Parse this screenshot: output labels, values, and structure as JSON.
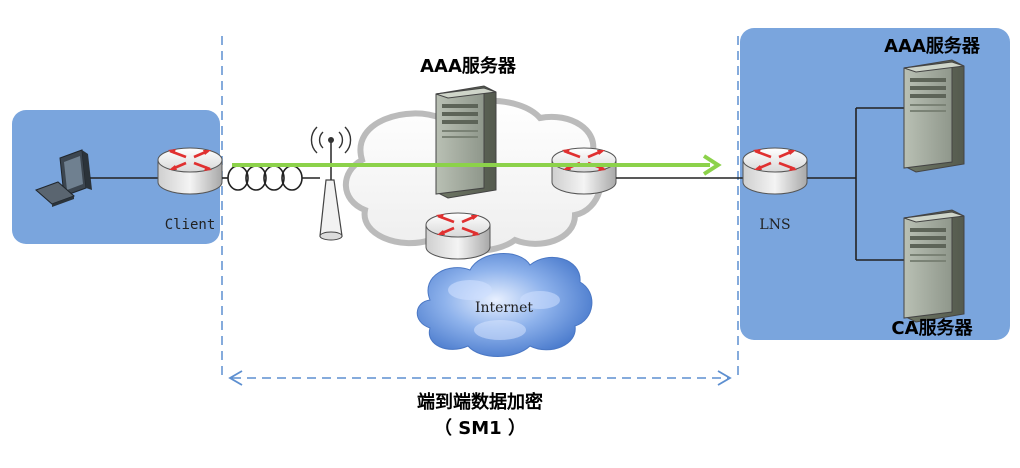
{
  "labels": {
    "aaa_server_middle": "AAA服务器",
    "aaa_server_right": "AAA服务器",
    "ca_server": "CA服务器",
    "client": "Client",
    "lns": "LNS",
    "internet": "Internet",
    "e2e_encryption": "端到端数据加密",
    "sm1": "（ SM1 ）"
  },
  "colors": {
    "zone_fill": "#7aa5dd",
    "green_tunnel": "#8cd24a",
    "dash_blue": "#5d8fd0",
    "router_red": "#e03030",
    "cloud_blue": "#5f8fd8"
  }
}
